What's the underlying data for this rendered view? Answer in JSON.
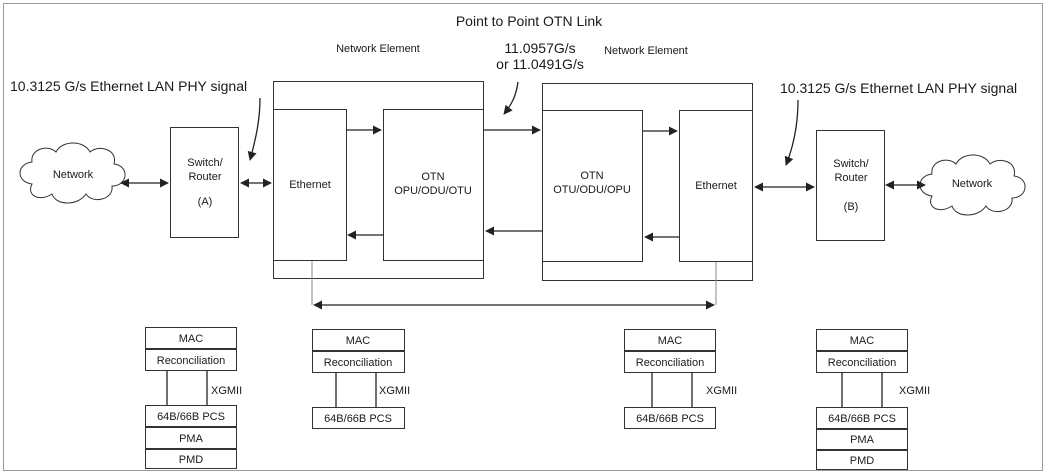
{
  "title": "Point to Point OTN Link",
  "rate_label": [
    "11.0957G/s",
    "or 11.0491G/s"
  ],
  "signal_label_left": "10.3125 G/s Ethernet LAN PHY signal",
  "signal_label_right": "10.3125 G/s Ethernet LAN PHY signal",
  "ne_left": {
    "label": "Network Element",
    "ethernet": "Ethernet",
    "otn": [
      "OTN",
      "OPU/ODU/OTU"
    ]
  },
  "ne_right": {
    "label": "Network Element",
    "ethernet": "Ethernet",
    "otn": [
      "OTN",
      "OTU/ODU/OPU"
    ]
  },
  "network_left": "Network",
  "network_right": "Network",
  "router_left": [
    "Switch/",
    "Router",
    "(A)"
  ],
  "router_right": [
    "Switch/",
    "Router",
    "(B)"
  ],
  "stacks": {
    "full": [
      "MAC",
      "Reconciliation",
      "XGMII",
      "64B/66B PCS",
      "PMA",
      "PMD"
    ],
    "short": [
      "MAC",
      "Reconciliation",
      "XGMII",
      "64B/66B PCS"
    ]
  }
}
